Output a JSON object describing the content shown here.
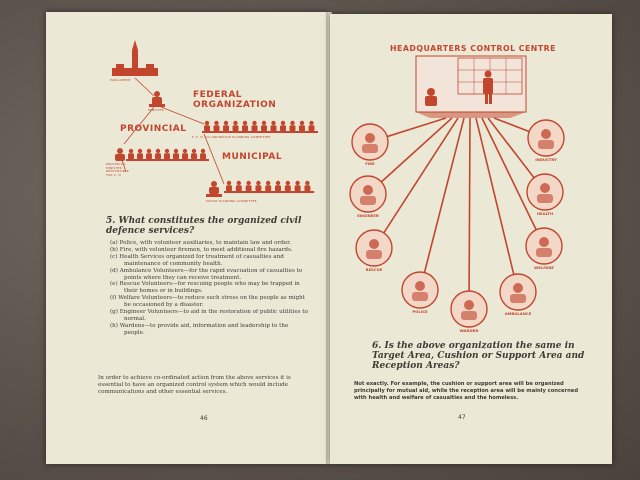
{
  "left_page": {
    "federal_heading": "FEDERAL ORGANIZATION",
    "provincial_heading": "PROVINCIAL",
    "municipal_heading": "MUNICIPAL",
    "tiny_labels": {
      "parliament": "PARLIAMENT",
      "minister": "MINISTER",
      "federal_coordinator": "F. C. D. CO-ORDINATOR    PLANNING COMMITTEE",
      "provincial_minister": "PROVINCIAL MINISTER RESPONSIBLE FOR C. D.",
      "mayor": "MAYOR    PLANNING COMMITTEE"
    },
    "question": "5. What constitutes the organized civil defence services?",
    "items": [
      "(a) Police, with volunteer auxiliaries, to maintain law and order.",
      "(b) Fire, with volunteer firemen, to meet additional fire hazards.",
      "(c) Health Services organized for treatment of casualties and maintenance of community health.",
      "(d) Ambulance Volunteers—for the rapid evacuation of casualties to points where they can receive treatment.",
      "(e) Rescue Volunteers—for rescuing people who may be trapped in their homes or in buildings.",
      "(f) Welfare Volunteers—to reduce such stress on the people as might be occasioned by a disaster.",
      "(g) Engineer Volunteers—to aid in the restoration of public utilities to normal.",
      "(h) Wardens—to provide aid, information and leadership to the people."
    ],
    "closing": "In order to achieve co-ordinated action from the above services it is essential to have an organized control system which would include communications and other essential services.",
    "page_number": "46"
  },
  "right_page": {
    "title": "HEADQUARTERS CONTROL CENTRE",
    "services": [
      "FIRE",
      "ENGINEER",
      "RESCUE",
      "POLICE",
      "WARDEN",
      "AMBULANCE",
      "WELFARE",
      "HEALTH",
      "INDUSTRY"
    ],
    "question": "6. Is the above organization the same in Target Area, Cushion or Support Area and Reception Areas?",
    "answer": "Not exactly. For example, the cushion or support area will be organized principally for mutual aid, while the reception area will be mainly concerned with health and welfare of casualties and the homeless.",
    "page_number": "47"
  },
  "colors": {
    "accent": "#c2462e",
    "paper": "#ece8d6",
    "text": "#3f3a33"
  }
}
